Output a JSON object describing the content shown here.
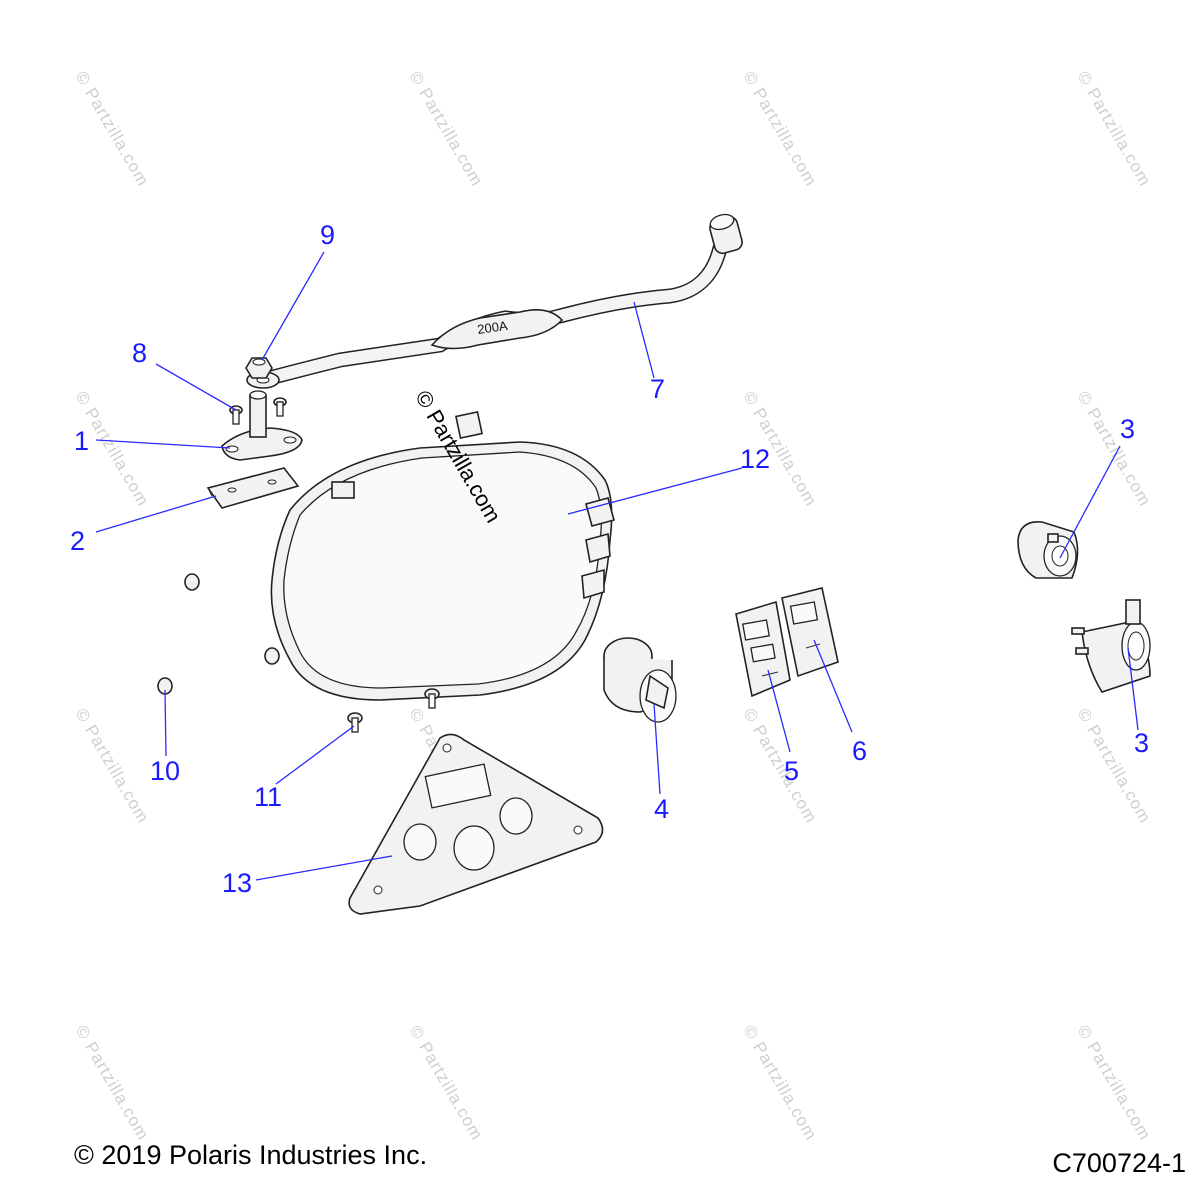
{
  "watermark": {
    "text": "© Partzilla.com"
  },
  "callouts": {
    "c1": "1",
    "c2": "2",
    "c3a": "3",
    "c3b": "3",
    "c4": "4",
    "c5": "5",
    "c6": "6",
    "c7": "7",
    "c8": "8",
    "c9": "9",
    "c10": "10",
    "c11": "11",
    "c12": "12",
    "c13": "13"
  },
  "parts": {
    "fuse_label": "200A"
  },
  "footer": {
    "copyright": "© 2019 Polaris Industries Inc.",
    "diagram_code": "C700724-1"
  },
  "colors": {
    "callout": "#1a1aff",
    "line_art": "#222222",
    "watermark": "#cfcfcf"
  }
}
